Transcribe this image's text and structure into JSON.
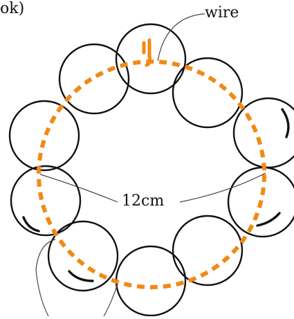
{
  "labels": {
    "corner_text": "ok)",
    "wire": "wire",
    "diameter": "12cm"
  },
  "colors": {
    "wire_ring": "#f08a16",
    "outline": "#111111",
    "background": "#ffffff"
  },
  "diagram": {
    "bead_count": 10,
    "ring_style": "dashed"
  }
}
